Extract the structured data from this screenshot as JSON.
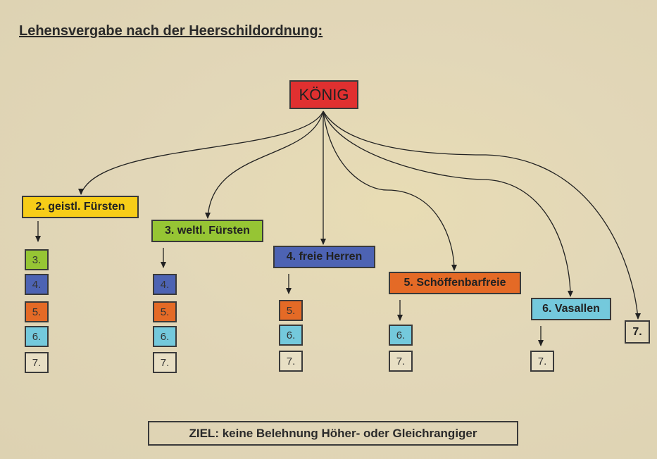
{
  "title": "Lehensvergabe nach der Heerschildordnung:",
  "root": "KÖNIG",
  "ranks": [
    {
      "label": "2. geistl. Fürsten",
      "sub": [
        "3.",
        "4.",
        "5.",
        "6.",
        "7."
      ]
    },
    {
      "label": "3. weltl. Fürsten",
      "sub": [
        "4.",
        "5.",
        "6.",
        "7."
      ]
    },
    {
      "label": "4. freie Herren",
      "sub": [
        "5.",
        "6.",
        "7."
      ]
    },
    {
      "label": "5. Schöffenbarfreie",
      "sub": [
        "6.",
        "7."
      ]
    },
    {
      "label": "6. Vasallen",
      "sub": [
        "7."
      ]
    },
    {
      "label": "7."
    }
  ],
  "goal": {
    "label": "ZIEL:",
    "text": " keine Belehnung Höher- oder Gleichrangiger"
  },
  "colors": {
    "root": "#e03030",
    "r2": "#f7cd18",
    "r3": "#96c534",
    "r4": "#4d63b3",
    "r5": "#e46a26",
    "r6": "#74c9dc"
  }
}
